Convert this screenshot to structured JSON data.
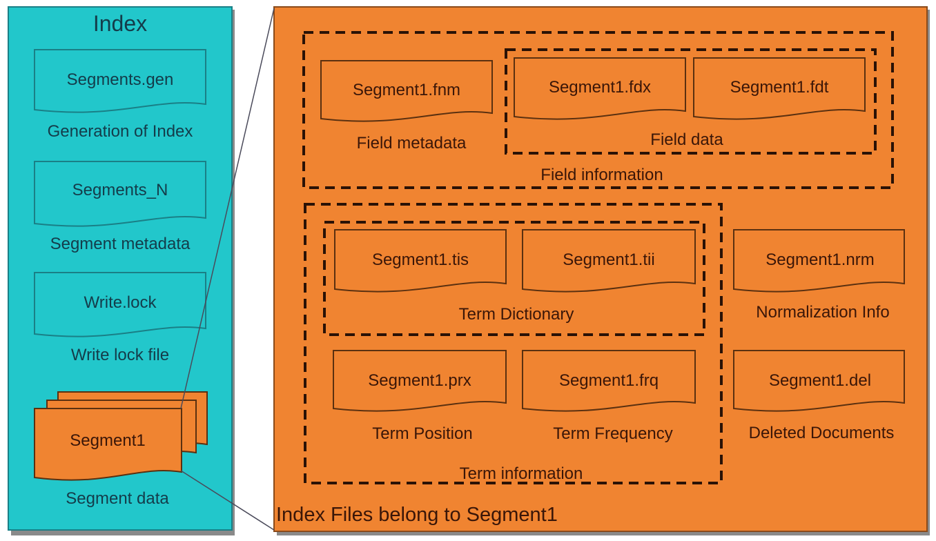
{
  "colors": {
    "index_panel": "#22c7cb",
    "segment_panel": "#f08431",
    "text": "#143c4a"
  },
  "index": {
    "title": "Index",
    "files": [
      {
        "name": "Segments.gen",
        "caption": "Generation of Index"
      },
      {
        "name": "Segments_N",
        "caption": "Segment metadata"
      },
      {
        "name": "Write.lock",
        "caption": "Write lock file"
      },
      {
        "name": "Segment1",
        "caption": "Segment data"
      }
    ]
  },
  "segment": {
    "title": "Index Files belong to Segment1",
    "groups": {
      "field_information": "Field information",
      "field_data": "Field data",
      "term_information": "Term information",
      "term_dictionary": "Term Dictionary"
    },
    "files": [
      {
        "name": "Segment1.fnm",
        "caption": "Field metadata"
      },
      {
        "name": "Segment1.fdx"
      },
      {
        "name": "Segment1.fdt"
      },
      {
        "name": "Segment1.tis"
      },
      {
        "name": "Segment1.tii"
      },
      {
        "name": "Segment1.prx",
        "caption": "Term Position"
      },
      {
        "name": "Segment1.frq",
        "caption": "Term Frequency"
      },
      {
        "name": "Segment1.nrm",
        "caption": "Normalization Info"
      },
      {
        "name": "Segment1.del",
        "caption": "Deleted Documents"
      }
    ]
  }
}
